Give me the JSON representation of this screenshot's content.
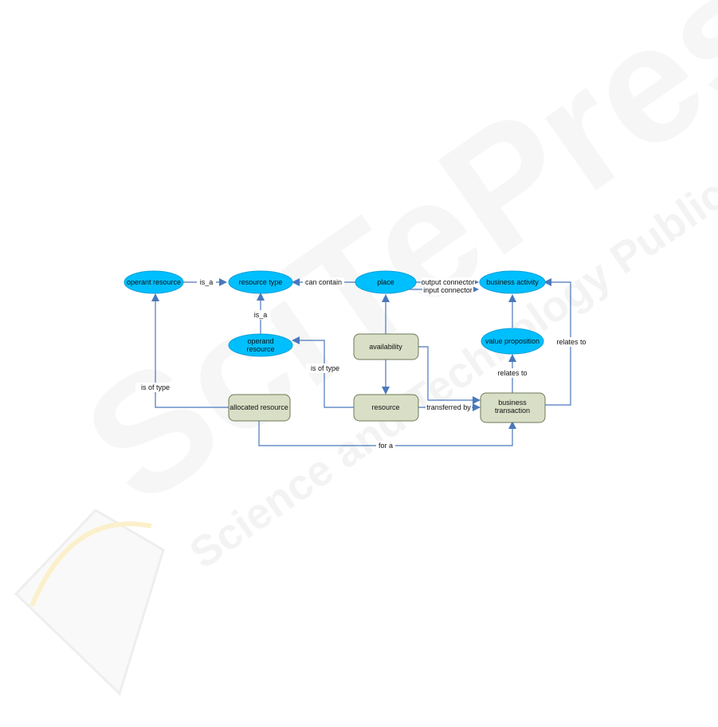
{
  "colors": {
    "ellipse_fill": "#00bfff",
    "ellipse_stroke": "#0aa0d8",
    "box_fill": "#d8dfc6",
    "box_stroke": "#6e7a58",
    "edge": "#4a78bc",
    "watermark": "#ececec",
    "watermark_accent": "#fbeec2"
  },
  "watermark": {
    "logo": "SciTePress",
    "tagline": "Science and Technology Publications"
  },
  "nodes": {
    "operant_resource": "operant resource",
    "resource_type": "resource type",
    "place": "place",
    "business_activity": "business activity",
    "operand_resource": [
      "operand",
      "resource"
    ],
    "availability": "availability",
    "value_proposition": "value proposition",
    "allocated_resource": "allocated resource",
    "resource": "resource",
    "business_transaction": [
      "business",
      "transaction"
    ]
  },
  "edges": {
    "operant_isa": "is_a",
    "operand_isa": "is_a",
    "can_contain": "can contain",
    "output_connector": "output connector",
    "input_connector": "input connector",
    "allocated_is_of_type": "is of type",
    "resource_is_of_type": "is of type",
    "transferred_by": "transferred by",
    "bt_relates_to_vp": "relates to",
    "bt_relates_to_ba": "relates to",
    "for_a": "for a"
  }
}
